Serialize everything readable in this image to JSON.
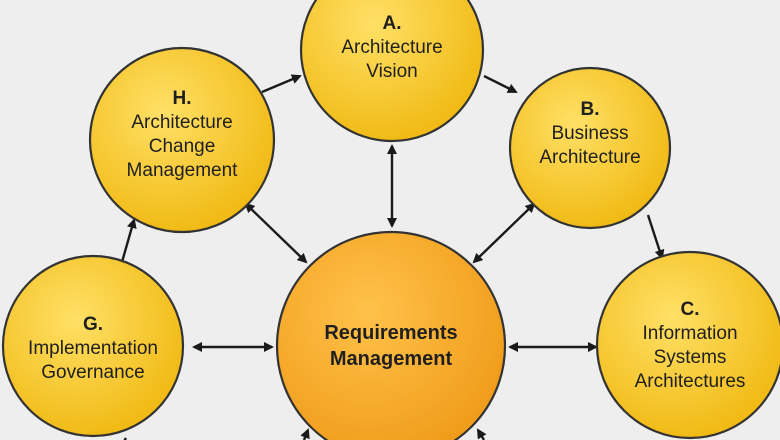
{
  "colors": {
    "phase_fill": "#f5c21c",
    "phase_fill_light": "#ffd84a",
    "center_fill": "#f5a623",
    "center_fill_light": "#ffc04a",
    "outline": "#333333",
    "arrow": "#1a1a1a",
    "background": "#eeeeee"
  },
  "nodes": {
    "a": {
      "letter": "A.",
      "lines": [
        "Architecture",
        "Vision"
      ]
    },
    "b": {
      "letter": "B.",
      "lines": [
        "Business",
        "Architecture"
      ]
    },
    "c": {
      "letter": "C.",
      "lines": [
        "Information",
        "Systems",
        "Architectures"
      ]
    },
    "g": {
      "letter": "G.",
      "lines": [
        "Implementation",
        "Governance"
      ]
    },
    "h": {
      "letter": "H.",
      "lines": [
        "Architecture",
        "Change",
        "Management"
      ]
    },
    "center": {
      "lines": [
        "Requirements",
        "Management"
      ]
    }
  }
}
